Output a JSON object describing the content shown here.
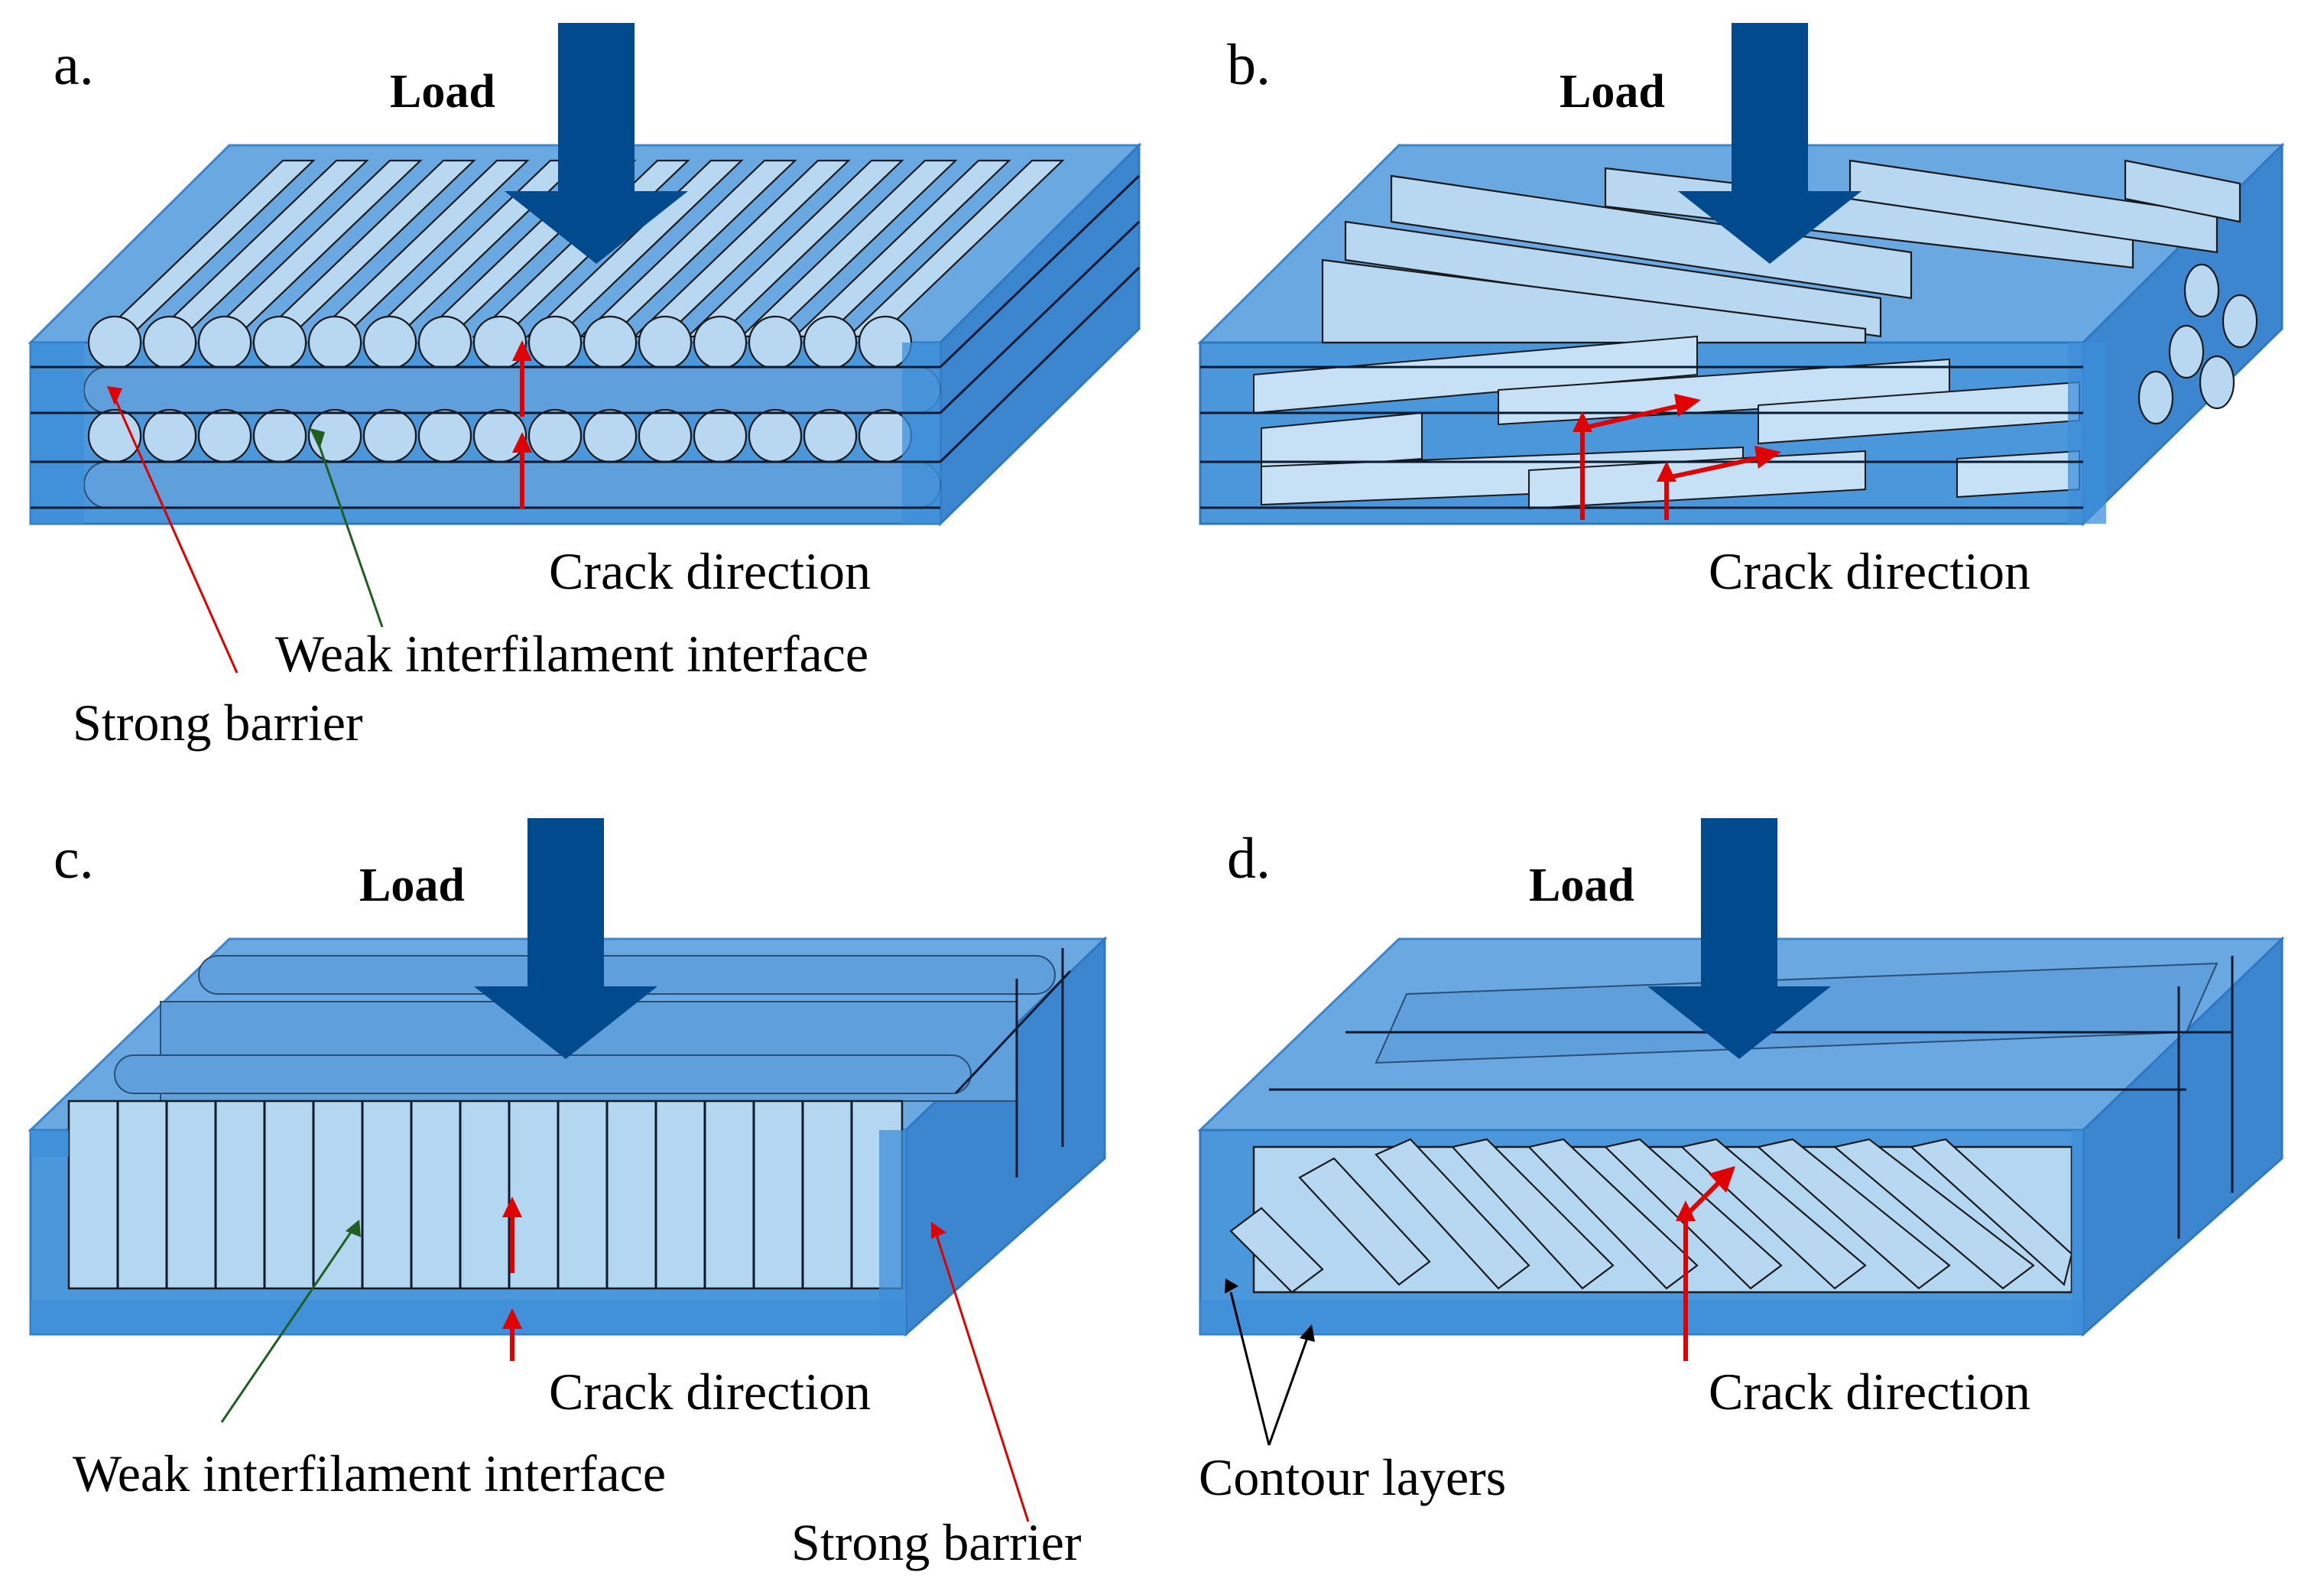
{
  "panels": {
    "a": {
      "letter": "a.",
      "load": "Load",
      "crack": "Crack direction",
      "weak": "Weak interfilament interface",
      "strong": "Strong barrier"
    },
    "b": {
      "letter": "b.",
      "load": "Load",
      "crack": "Crack direction"
    },
    "c": {
      "letter": "c.",
      "load": "Load",
      "crack": "Crack direction",
      "weak": "Weak interfilament interface",
      "strong": "Strong barrier"
    },
    "d": {
      "letter": "d.",
      "load": "Load",
      "crack": "Crack direction",
      "contour": "Contour layers"
    }
  },
  "colors": {
    "matrix_top": "#6aa8e2",
    "matrix_front": "#4a97dc",
    "fiber": "#b8d8f2",
    "load_arrow": "#004a8d",
    "crack_arrow": "#e00000"
  }
}
